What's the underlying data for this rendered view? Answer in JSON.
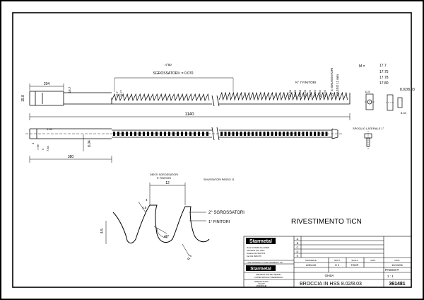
{
  "drawing": {
    "roughing_title": "n°60",
    "roughing_subtitle": "SGROSSATORI i = 0.070",
    "finishing_label": "N° 7 FINITORI",
    "burnishing_label": "N° 4 SMUSSATORI",
    "pitch_label": "PASSO 11 mm",
    "dims": {
      "overall_length": "1140",
      "shank_length": "204",
      "shank_dia": "15.8",
      "neck_dia": "16.7",
      "body_length": "380",
      "pilot_dia": "8.04",
      "tip_dia": "8.02/8.03",
      "tip_h": "8.04",
      "section_dia": "11.5",
      "first_teeth": [
        "16.7",
        "16.77"
      ],
      "finishing_values": [
        "20.86",
        "20.86",
        "20.88",
        "20.90",
        "20.92",
        "20.92",
        "20.92",
        "20.92"
      ],
      "small_left": [
        "4",
        "7.96",
        "5",
        "7.84"
      ],
      "small_right": [
        "4.59"
      ]
    },
    "m_label": "M =",
    "m_values": [
      "17.7",
      "17.75",
      "17.78",
      "17.80"
    ],
    "lateral_view_label": "SPOGLIO LATERALE 1°",
    "tooth_detail": {
      "top_label_1": "DENTI SGROSSATORI",
      "top_label_2": "E FINITORI",
      "burnish_label": "SMUSSATORI PASSO 11",
      "pitch_dim": "12",
      "height_dim": "4.5",
      "angle_dim": "4.5",
      "land_dim": "4",
      "radius_dim": "R 2",
      "angle_label": "40°",
      "roughing_label": "2° SGROSSATORI",
      "finishing_label": "1° FINITORI"
    },
    "coating_text": "RIVESTIMENTO TiCN"
  },
  "title_block": {
    "company": "Starmetal",
    "company_address": [
      "Via E.DI VANNI 23-A  10026",
      "SANTENA (TO) ITALY",
      "Telefono 011 9945 071",
      "Fax 011 9945 079"
    ],
    "property_notice": "THIS DRAWING IS THE PROPERTY OF",
    "company_2": "Starmetal",
    "copy_notice": [
      "AND MUST NOT BE USED BY",
      "COPIED WITHOUT PERMISSION"
    ],
    "rev_letters": [
      "A",
      "B",
      "C",
      "D",
      "E"
    ],
    "headers": [
      "MATERIALE",
      "TRATT.",
      "SCALA",
      "CIRC.",
      "DATA"
    ],
    "values": [
      "AISI440",
      "H 2",
      "TEMP.",
      "",
      "10/10/06"
    ],
    "customer_label": "GHBA",
    "pitch_cell": "PASSO P.",
    "scale": "1 : 1",
    "title": "BROCCIA IN HSS 8.02/8.03",
    "drawing_number": "361481",
    "notes": [
      "DISEGNI NUOVI",
      "SCALPI",
      "MODIFICHE"
    ]
  }
}
